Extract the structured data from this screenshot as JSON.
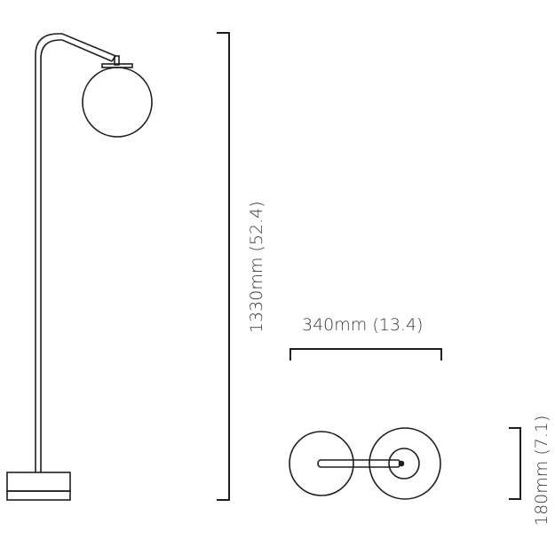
{
  "diagram": {
    "type": "technical dimension drawing",
    "subject": "floor lamp with globe shade",
    "views": [
      {
        "name": "side-elevation",
        "description": "Arched pole floor lamp with globe shade and rectangular base"
      },
      {
        "name": "top-plan",
        "description": "Top view showing circular base and globe shade connected by arm"
      }
    ],
    "dimensions": {
      "height": {
        "label": "1330mm (52.4)",
        "value_mm": 1330,
        "value_in": 52.4,
        "orientation": "vertical"
      },
      "width": {
        "label": "340mm (13.4)",
        "value_mm": 340,
        "value_in": 13.4,
        "orientation": "horizontal"
      },
      "depth": {
        "label": "180mm (7.1)",
        "value_mm": 180,
        "value_in": 7.1,
        "orientation": "vertical"
      }
    },
    "colors": {
      "line": "#1e1e1e",
      "text": "#3a3a3a",
      "background": "#ffffff"
    }
  }
}
